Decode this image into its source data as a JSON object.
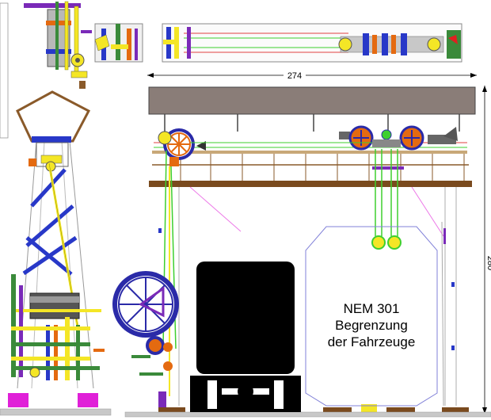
{
  "dimensions": {
    "width_label": "274",
    "height_label": "280"
  },
  "gauge": {
    "line1": "NEM 301",
    "line2": "Begrenzung",
    "line3": "der Fahrzeuge"
  },
  "colors": {
    "roof": "#8a7d78",
    "beam": "#7a4a1e",
    "gear_blue": "#2a2aa8",
    "gear_orange": "#e46a10",
    "rope_green": "#3ecf2e",
    "rod_yellow": "#f4e626",
    "brace_blue": "#2838c8",
    "purple": "#7a2ab8",
    "magenta": "#e020d8",
    "vehicle_black": "#000000",
    "ground": "#c8c8c8"
  }
}
